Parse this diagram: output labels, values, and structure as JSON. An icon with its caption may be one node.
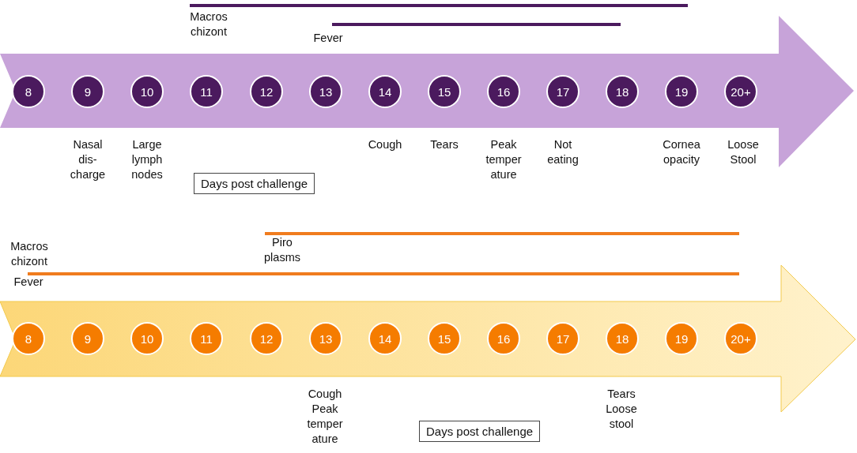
{
  "diagram": {
    "nodes": [
      {
        "text": [],
        "shape": "arrow"
      },
      {
        "text": [
          "8"
        ],
        "in": 0
      },
      {
        "text": [
          "9"
        ],
        "in": 0
      },
      {
        "text": [
          "10"
        ],
        "in": 0
      },
      {
        "text": [
          "11"
        ],
        "in": 0
      },
      {
        "text": [
          "12"
        ],
        "in": 0
      },
      {
        "text": [
          "13"
        ],
        "in": 0
      },
      {
        "text": [
          "14"
        ],
        "in": 0
      },
      {
        "text": [
          "15"
        ],
        "in": 0
      },
      {
        "text": [
          "16"
        ],
        "in": 0
      },
      {
        "text": [
          "17"
        ],
        "in": 0
      },
      {
        "text": [
          "18"
        ],
        "in": 0
      },
      {
        "text": [
          "19"
        ],
        "in": 0
      },
      {
        "text": [
          "20+"
        ],
        "in": 0
      },
      {
        "text": [
          "Days post challenge"
        ]
      },
      {
        "text": [],
        "shape": "arrow"
      },
      {
        "text": [
          "8"
        ],
        "in": 15
      },
      {
        "text": [
          "9"
        ],
        "in": 15
      },
      {
        "text": [
          "10"
        ],
        "in": 15
      },
      {
        "text": [
          "11"
        ],
        "in": 15
      },
      {
        "text": [
          "12"
        ],
        "in": 15
      },
      {
        "text": [
          "13"
        ],
        "in": 15
      },
      {
        "text": [
          "14"
        ],
        "in": 15
      },
      {
        "text": [
          "15"
        ],
        "in": 15
      },
      {
        "text": [
          "16"
        ],
        "in": 15
      },
      {
        "text": [
          "17"
        ],
        "in": 15
      },
      {
        "text": [
          "18"
        ],
        "in": 15
      },
      {
        "text": [
          "19"
        ],
        "in": 15
      },
      {
        "text": [
          "20+"
        ],
        "in": 15
      },
      {
        "text": [
          "Days post challenge"
        ]
      }
    ],
    "labels": [
      "Macros chizont",
      "Fever",
      "Nasal dis- charge",
      "Large lymph nodes",
      "Cough",
      "Tears",
      "Peak temper ature",
      "Not eating",
      "Cornea opacity",
      "Loose Stool",
      "Macros chizont",
      "Piro plasms",
      "Fever",
      "Cough",
      "Peak temper ature",
      "Tears",
      "Loose stool"
    ]
  }
}
